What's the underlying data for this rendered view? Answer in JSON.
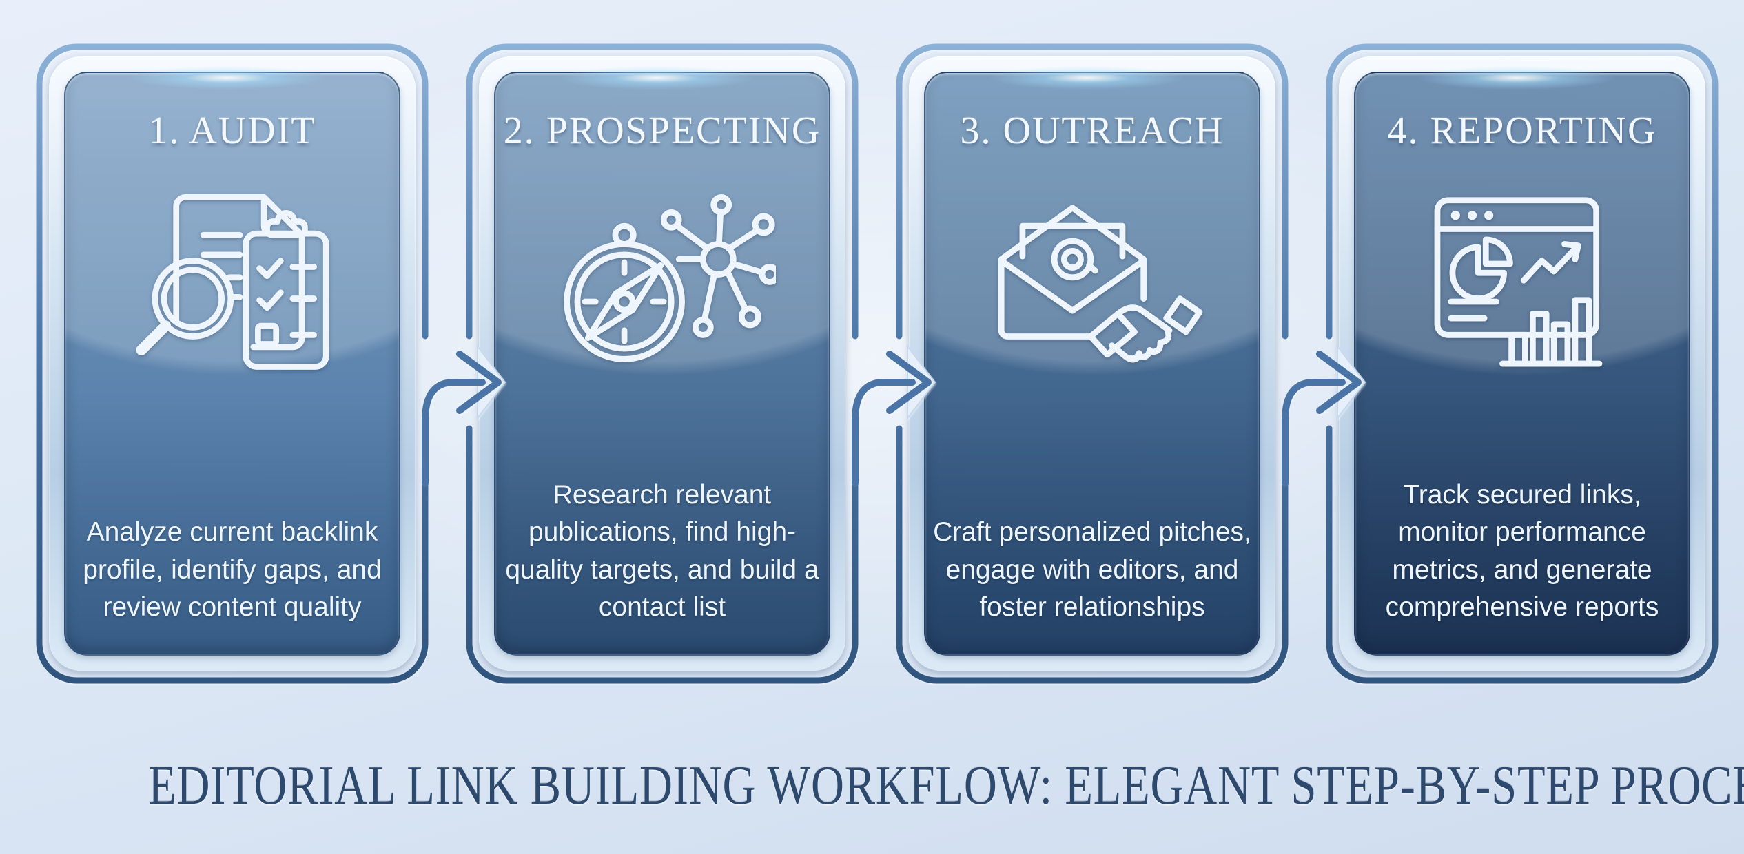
{
  "footer": {
    "title": "EDITORIAL LINK BUILDING WORKFLOW: ELEGANT STEP-BY-STEP PROCESS"
  },
  "steps": [
    {
      "title": "1. AUDIT",
      "description": "Analyze current backlink profile, identify gaps, and review content quality",
      "icon": "document-magnifier-checklist-icon",
      "panel_top": "#7b9fc3",
      "panel_bottom": "#426d9b"
    },
    {
      "title": "2. PROSPECTING",
      "description": "Research relevant publications, find high-quality targets, and build a contact list",
      "icon": "compass-network-icon",
      "panel_top": "#6e94ba",
      "panel_bottom": "#33577f"
    },
    {
      "title": "3. OUTREACH",
      "description": "Craft personalized pitches, engage with editors, and foster relationships",
      "icon": "email-handshake-icon",
      "panel_top": "#6089b1",
      "panel_bottom": "#2a4b73"
    },
    {
      "title": "4. REPORTING",
      "description": "Track secured links, monitor performance metrics, and generate comprehensive reports",
      "icon": "analytics-dashboard-icon",
      "panel_top": "#4f77a1",
      "panel_bottom": "#20395c"
    }
  ],
  "colors": {
    "background_top": "#e8effa",
    "background_bottom": "#cfddef",
    "card_outline": "#4e79ab",
    "arrow": "#4a74a5",
    "frame_light": "#dceaf6",
    "step_text": "#eff5fc",
    "footer_text": "#2d4a6e"
  }
}
